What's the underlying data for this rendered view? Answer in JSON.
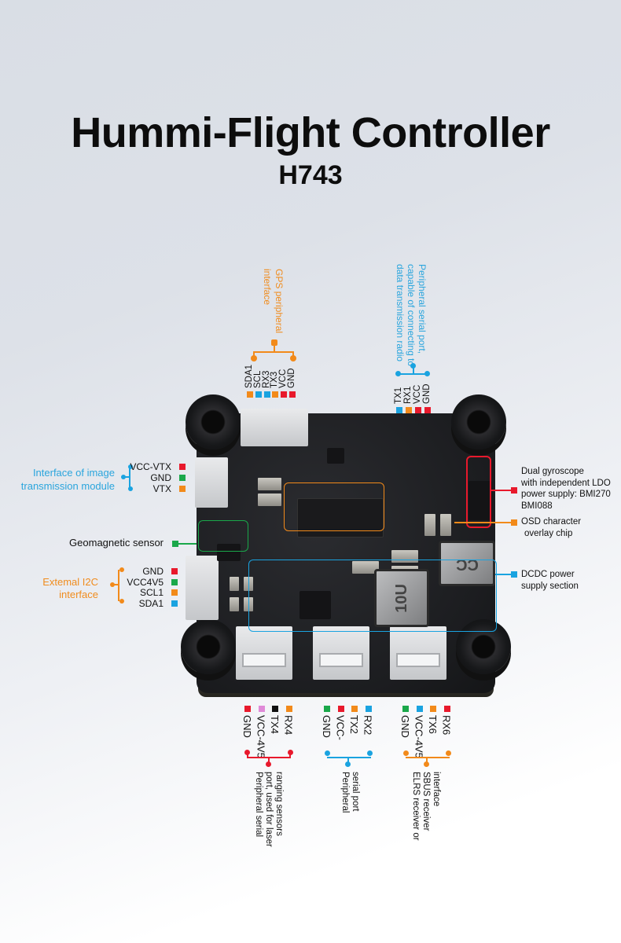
{
  "header": {
    "title": "Hummi-Flight Controller",
    "subtitle": "H743"
  },
  "colors": {
    "red": "#e8192c",
    "green": "#1aa84a",
    "orange": "#f28a1a",
    "blue": "#1aa3e0",
    "pink": "#e08ad8",
    "black": "#111111",
    "text_blue": "#2aa5dd",
    "text_orange": "#f08c1e"
  },
  "gps": {
    "title": "GPS peripheral interface",
    "title_lines": [
      "GPS peripheral",
      "interface"
    ],
    "pins": [
      {
        "label": "SDA1",
        "color": "orange"
      },
      {
        "label": "SCL",
        "color": "blue"
      },
      {
        "label": "RX3",
        "color": "blue"
      },
      {
        "label": "TX3",
        "color": "orange"
      },
      {
        "label": "VCC",
        "color": "red"
      },
      {
        "label": "GND",
        "color": "red"
      }
    ]
  },
  "uart1": {
    "title_lines": [
      "Peripheral serial port,",
      "capable of connecting to",
      "data transmission radio"
    ],
    "pins": [
      {
        "label": "TX1",
        "color": "blue"
      },
      {
        "label": "RX1",
        "color": "orange"
      },
      {
        "label": "VCC",
        "color": "red"
      },
      {
        "label": "GND",
        "color": "red"
      }
    ]
  },
  "vtx": {
    "title_lines": [
      "Interface of image",
      "transmission module"
    ],
    "pins": [
      {
        "label": "VCC-VTX",
        "color": "red"
      },
      {
        "label": "GND",
        "color": "green"
      },
      {
        "label": "VTX",
        "color": "orange"
      }
    ]
  },
  "geomagnetic": {
    "label": "Geomagnetic sensor"
  },
  "i2c": {
    "title_lines": [
      "Extemal I2C",
      "interface"
    ],
    "pins": [
      {
        "label": "GND",
        "color": "red"
      },
      {
        "label": "VCC4V5",
        "color": "green"
      },
      {
        "label": "SCL1",
        "color": "orange"
      },
      {
        "label": "SDA1",
        "color": "blue"
      }
    ]
  },
  "gyro": {
    "lines": [
      "Dual gyroscope",
      "with independent LDO",
      "power supply: BMI270",
      "BMI088"
    ]
  },
  "osd": {
    "lines": [
      "OSD character",
      "overlay chip"
    ]
  },
  "dcdc": {
    "lines": [
      "DCDC power",
      "supply section"
    ]
  },
  "uart4": {
    "pins": [
      {
        "label": "GND",
        "color": "red"
      },
      {
        "label": "VCC-4V5",
        "color": "pink"
      },
      {
        "label": "TX4",
        "color": "black"
      },
      {
        "label": "RX4",
        "color": "orange"
      }
    ],
    "desc_lines": [
      "Peripheral serial",
      "port, used for laser",
      "ranging sensors"
    ]
  },
  "uart2": {
    "pins": [
      {
        "label": "GND",
        "color": "green"
      },
      {
        "label": "VCC-",
        "color": "red"
      },
      {
        "label": "TX2",
        "color": "orange"
      },
      {
        "label": "RX2",
        "color": "blue"
      }
    ],
    "desc_lines": [
      "Peripheral",
      "serial port"
    ]
  },
  "uart6": {
    "pins": [
      {
        "label": "GND",
        "color": "green"
      },
      {
        "label": "VCC-4V5",
        "color": "blue"
      },
      {
        "label": "TX6",
        "color": "orange"
      },
      {
        "label": "RX6",
        "color": "red"
      }
    ],
    "desc_lines": [
      "ELRS receiver or",
      "SBUS receiver",
      "interface"
    ]
  },
  "board_markings": {
    "inductor_left": "10U",
    "inductor_right": "CC"
  }
}
